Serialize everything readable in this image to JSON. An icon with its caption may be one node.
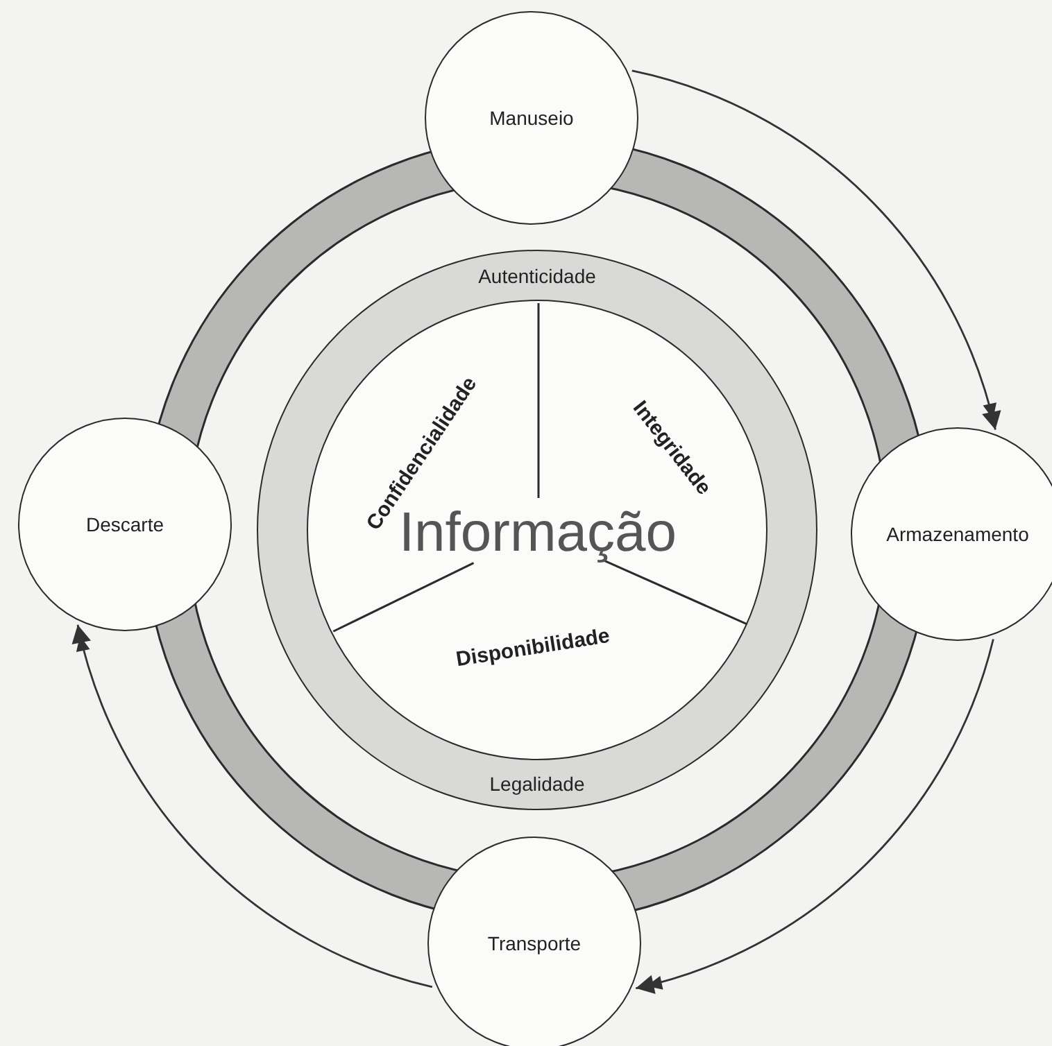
{
  "diagram": {
    "nodes": [
      {
        "text": [
          "Manuseio"
        ]
      },
      {
        "text": [
          "Autenticidade",
          "Legalidade"
        ]
      },
      {
        "text": [
          "Informação"
        ],
        "in": 1
      },
      {
        "text": [
          "Confidencialidade"
        ],
        "in": 2
      },
      {
        "text": [
          "Integridade"
        ],
        "in": 2
      },
      {
        "text": [
          "Disponibilidade"
        ],
        "in": 2
      },
      {
        "text": [
          "Descarte"
        ]
      },
      {
        "text": [
          "Armazenamento"
        ]
      },
      {
        "text": [
          "Transporte"
        ]
      }
    ],
    "edges": [
      {
        "from": 0,
        "to": 7,
        "arrow": "to"
      },
      {
        "from": 7,
        "to": 8,
        "arrow": "to"
      },
      {
        "from": 8,
        "to": 6,
        "arrow": "to"
      }
    ]
  }
}
